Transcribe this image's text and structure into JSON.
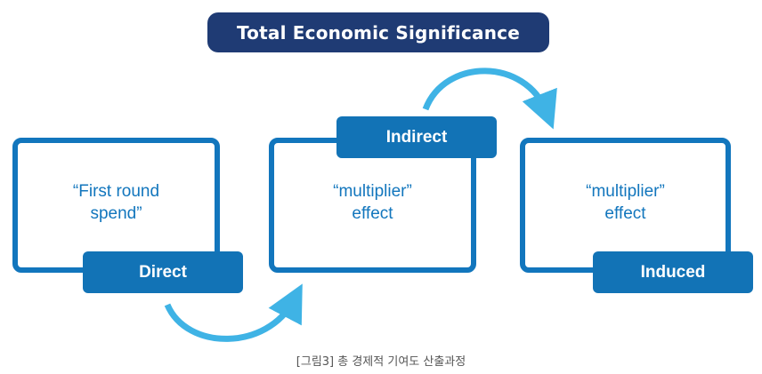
{
  "title": "Total Economic Significance",
  "boxes": [
    {
      "text": "“First round\nspend”",
      "label": "Direct"
    },
    {
      "text": "“multiplier”\neffect",
      "label": "Indirect"
    },
    {
      "text": "“multiplier”\neffect",
      "label": "Induced"
    }
  ],
  "caption": "[그림3] 총 경제적 기여도 산출과정",
  "colors": {
    "title_bg": "#1f3b74",
    "box_border": "#1276bd",
    "tag_bg": "#1273b6",
    "arrow": "#3fb3e5"
  }
}
